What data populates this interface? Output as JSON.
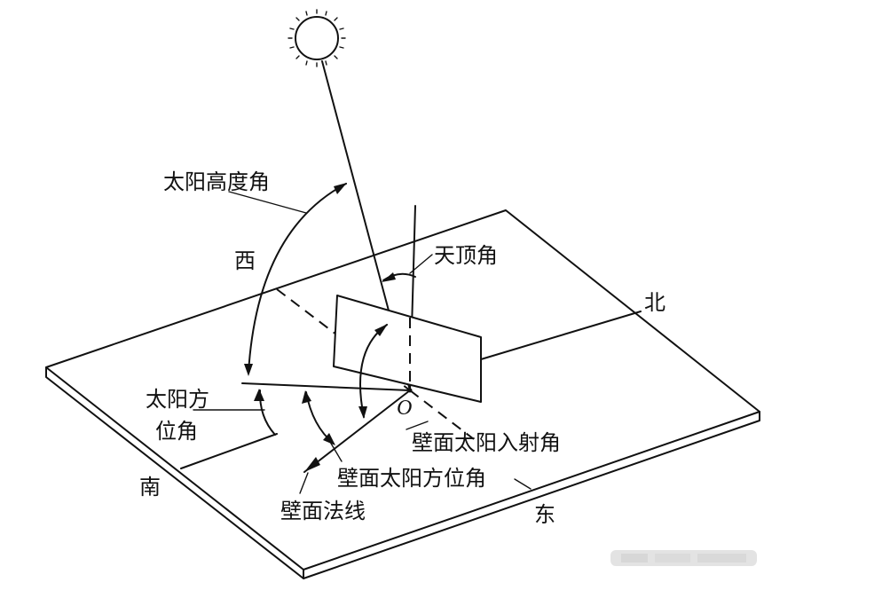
{
  "labels": {
    "sun_altitude_angle": "太阳高度角",
    "zenith_angle": "天顶角",
    "west": "西",
    "north": "北",
    "south": "南",
    "east": "东",
    "solar_azimuth_line1": "太阳方",
    "solar_azimuth_line2": "位角",
    "origin": "O",
    "wall_incidence_angle": "壁面太阳入射角",
    "wall_solar_azimuth": "壁面太阳方位角",
    "wall_normal": "壁面法线"
  },
  "colors": {
    "ink": "#111111",
    "paper": "#ffffff"
  }
}
